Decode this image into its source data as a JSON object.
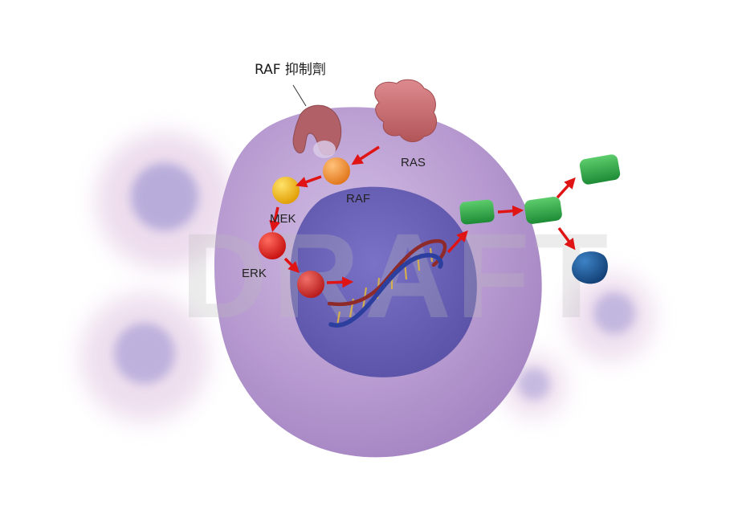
{
  "labels": {
    "inhibitor": "RAF 抑制劑",
    "ras": "RAS",
    "raf": "RAF",
    "mek": "MEK",
    "erk": "ERK"
  },
  "watermark": "DRAFT",
  "colors": {
    "cell": "#b79ad0",
    "nucleus": "#6a63b8",
    "ras": "#c96a70",
    "inhibitor": "#b06066",
    "raf": "#ef8a2e",
    "mek": "#f2b70c",
    "erk": "#e01f1f",
    "product_green": "#2fae49",
    "product_blue": "#1d5d9c",
    "arrow": "#e01414",
    "dna_strand_a": "#2c3f9e",
    "dna_strand_b": "#8e2a2a"
  }
}
